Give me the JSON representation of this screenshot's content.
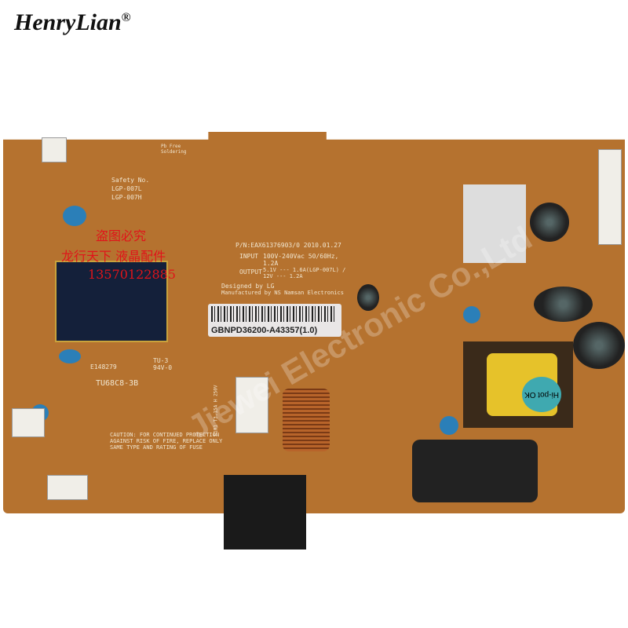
{
  "logo": {
    "text": "HenryLian",
    "mark": "®"
  },
  "board_labels": {
    "part_number": "P/N:EAX61376903/0  2010.01.27",
    "input_label": "INPUT",
    "input_value": "100V-240Vac 50/60Hz, 1.2A",
    "output_label": "OUTPUT",
    "output_value": "5.1V --- 1.6A(LGP-007L) / 12V --- 1.2A",
    "designed": "Designed by LG",
    "manufactured": "Manufactured by NS Namsan Electronics",
    "sticker_code": "GBNPD36200-A43357(1.0)",
    "cert": "E148279",
    "rating": "TU-3 94V-0",
    "board_model": "TU68C8-3B",
    "caution": "CAUTION: FOR CONTINUED PROTECTION AGAINST RISK OF FIRE, REPLACE ONLY SAME TYPE AND RATING OF FUSE",
    "fuse": "F101 T3.15A H 250V",
    "safety": "Safety No.",
    "lgp1": "LGP-007L",
    "lgp2": "LGP-007H",
    "pbfree": "Pb Free Soldering",
    "hipot": "Hi-pot OK"
  },
  "overlay_text": {
    "line1": "盗图必究",
    "line2": "龙行天下 液晶配件",
    "line3": "13570122885"
  },
  "watermark": "Jiewei Electronic Co.,Ltd",
  "colors": {
    "board": "#b5722f",
    "overlay_red": "#e0141a"
  }
}
